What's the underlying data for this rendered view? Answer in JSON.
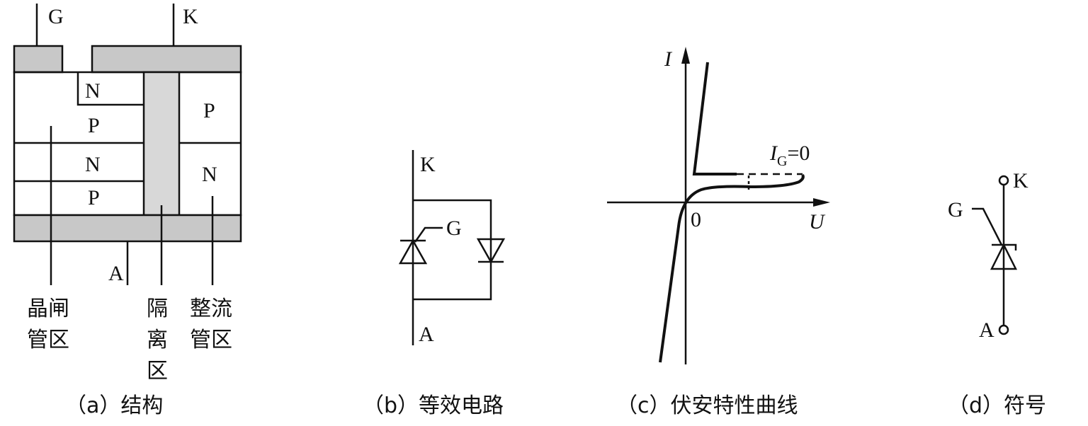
{
  "structure": {
    "gate_label": "G",
    "cathode_label": "K",
    "anode_label": "A",
    "layers": [
      "N",
      "P",
      "N",
      "P"
    ],
    "rectifier_layers": [
      "P",
      "N"
    ],
    "region_thyristor": [
      "晶闸",
      "管区"
    ],
    "region_isolation": [
      "隔",
      "离",
      "区"
    ],
    "region_rectifier": [
      "整流",
      "管区"
    ],
    "caption": "（a）结构"
  },
  "equivalent": {
    "k_label": "K",
    "g_label": "G",
    "a_label": "A",
    "caption": "（b）等效电路"
  },
  "iv_curve": {
    "y_axis_label": "I",
    "x_axis_label": "U",
    "origin_label": "0",
    "ig_label_main": "I",
    "ig_label_sub": "G",
    "ig_label_value": "=0",
    "caption": "（c）伏安特性曲线"
  },
  "symbol": {
    "k_label": "K",
    "g_label": "G",
    "a_label": "A",
    "caption": "（d）符号"
  }
}
